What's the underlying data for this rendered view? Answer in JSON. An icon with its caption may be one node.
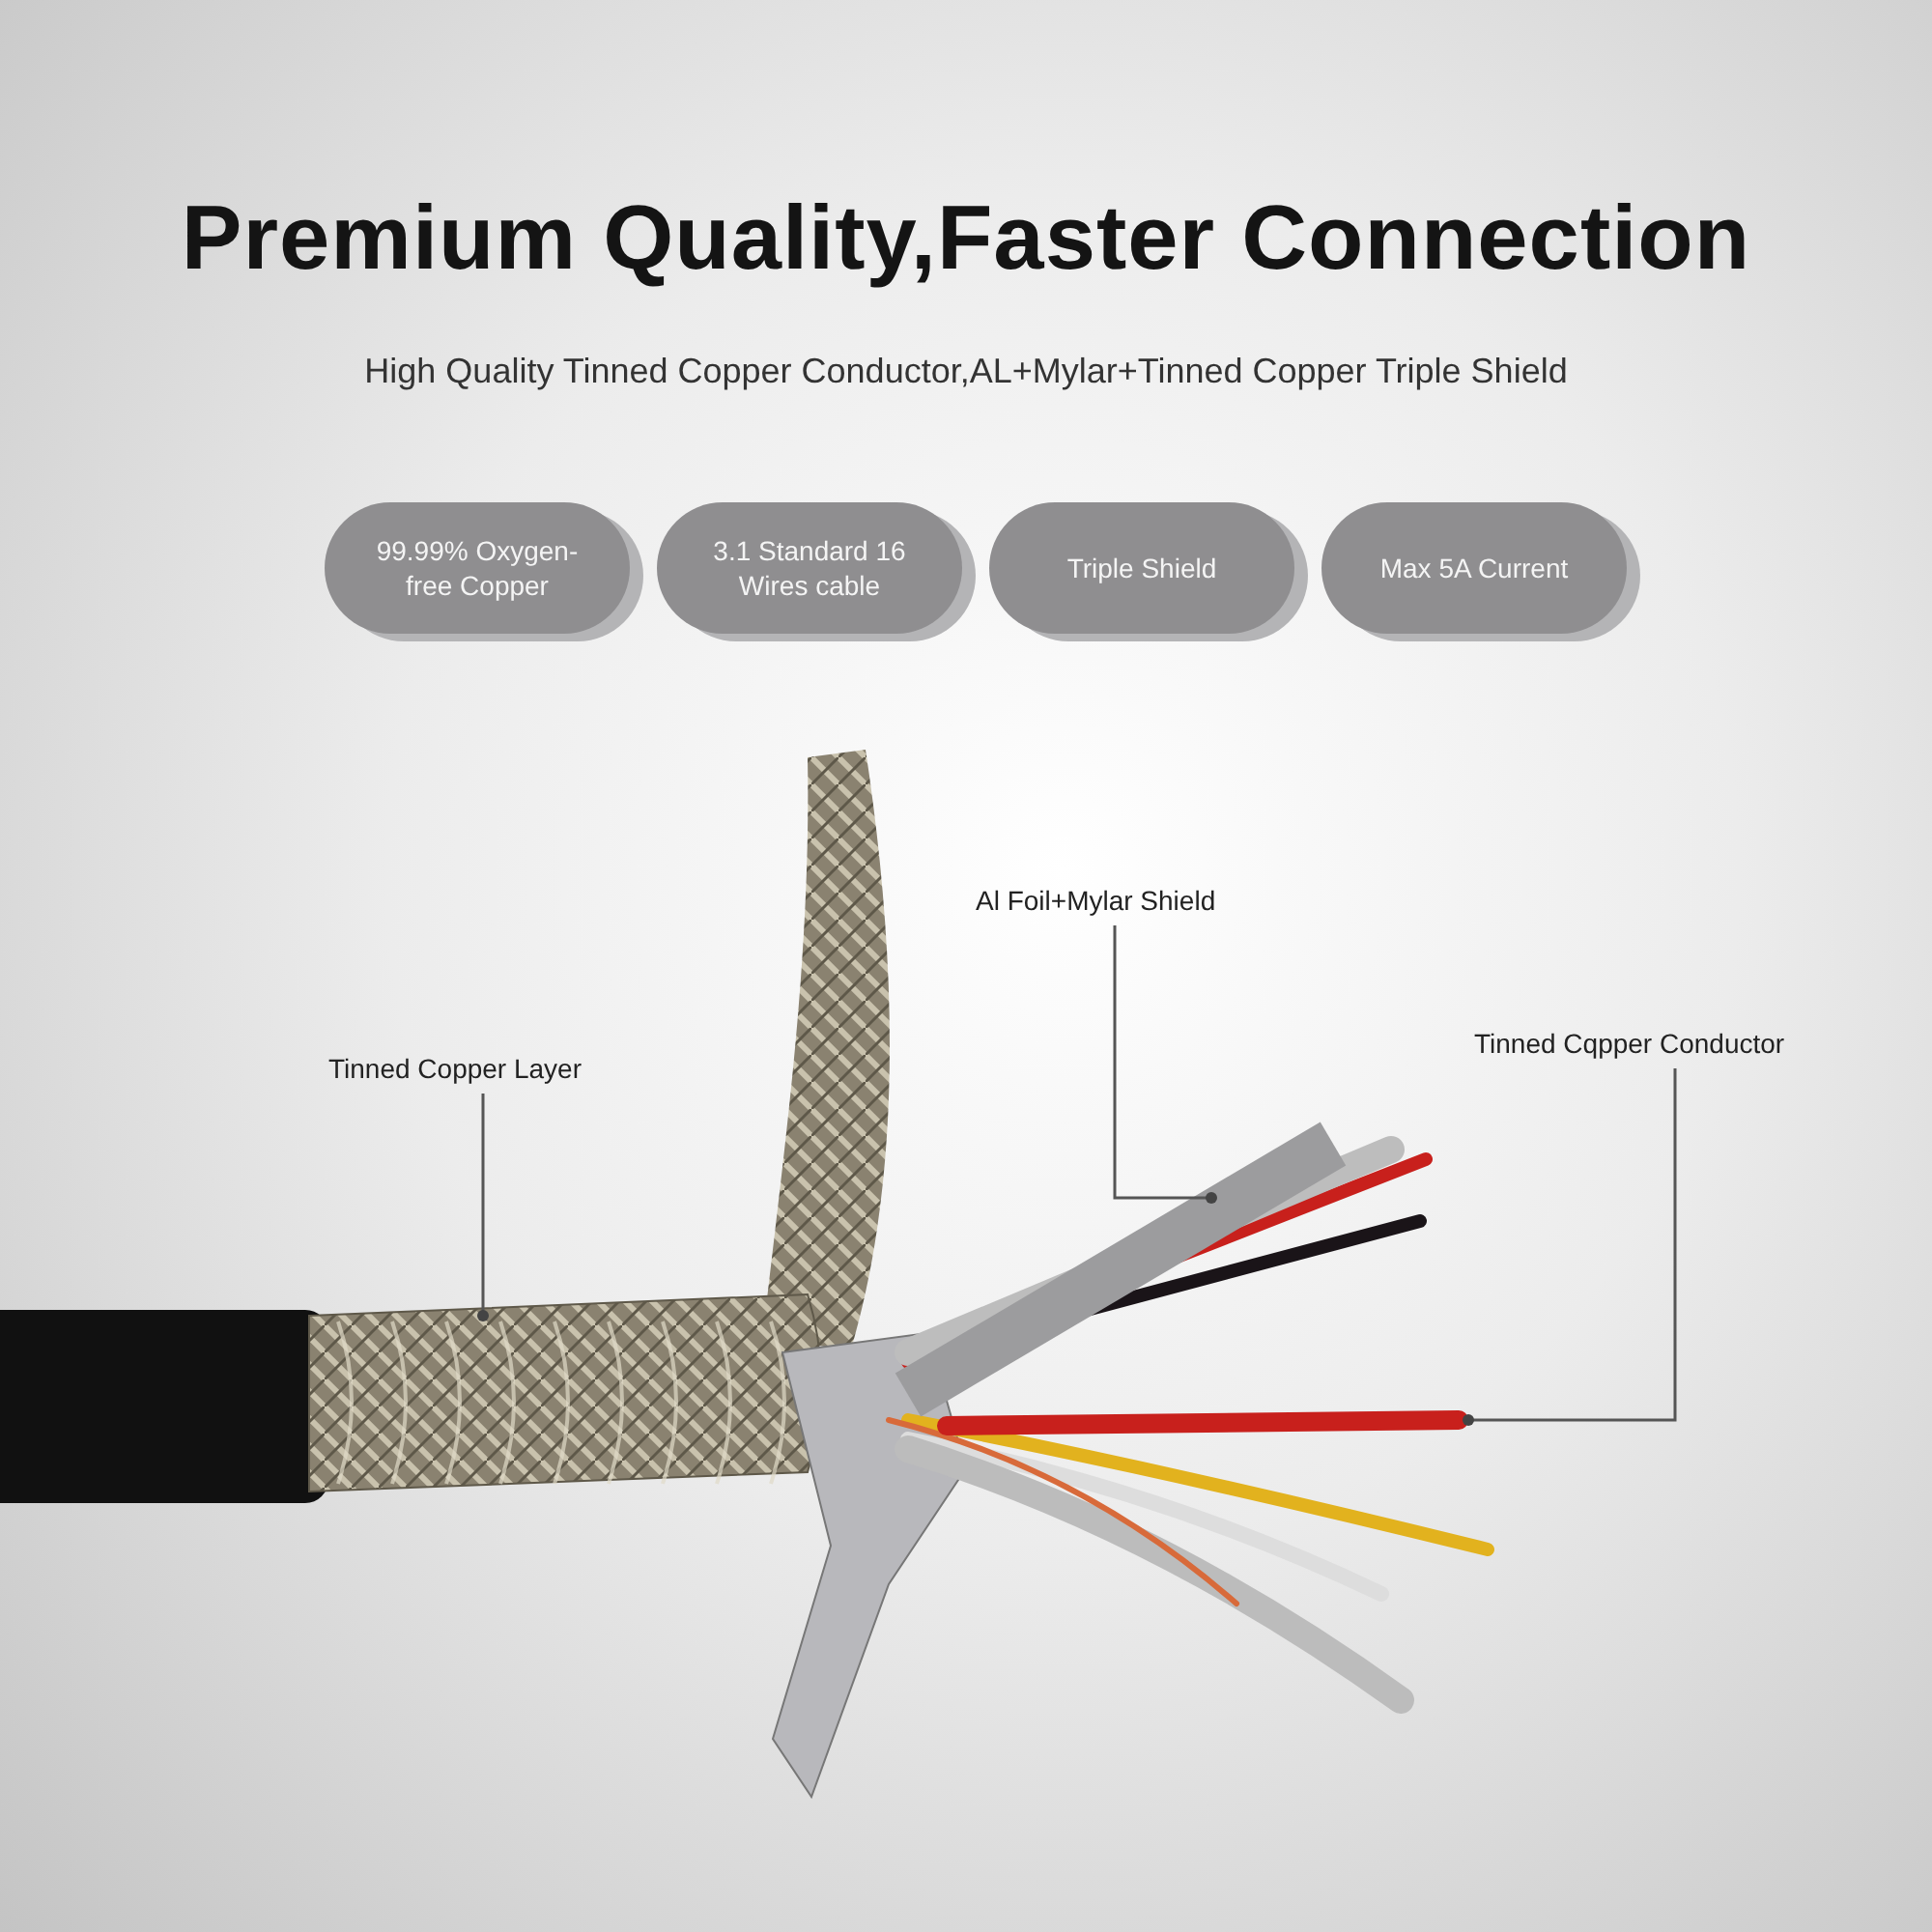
{
  "diagram": {
    "title": "Premium Quality,Faster Connection",
    "nodes": [
      {
        "text": [
          "99.99% Oxygen-free Copper"
        ]
      },
      {
        "text": [
          "3.1 Standard 16 Wires cable"
        ]
      },
      {
        "text": [
          "Triple Shield"
        ]
      },
      {
        "text": [
          "Max 5A Current"
        ]
      },
      {
        "text": [
          "Tinned Copper Layer"
        ]
      },
      {
        "text": [
          "Al Foil+Mylar Shield"
        ]
      },
      {
        "text": [
          "Tinned Cqpper Conductor"
        ]
      },
      {
        "text": [],
        "shape": "picture"
      },
      {
        "text": [],
        "shape": "picture"
      },
      {
        "text": [],
        "shape": "picture"
      }
    ],
    "edges": [
      {
        "from": 4,
        "to": 7,
        "arrow": "other"
      },
      {
        "from": 5,
        "to": 8,
        "arrow": "other"
      },
      {
        "from": 6,
        "to": 9,
        "arrow": "other"
      }
    ],
    "labels": [
      "High Quality Tinned Copper Conductor,AL+Mylar+Tinned Copper Triple Shield"
    ]
  }
}
